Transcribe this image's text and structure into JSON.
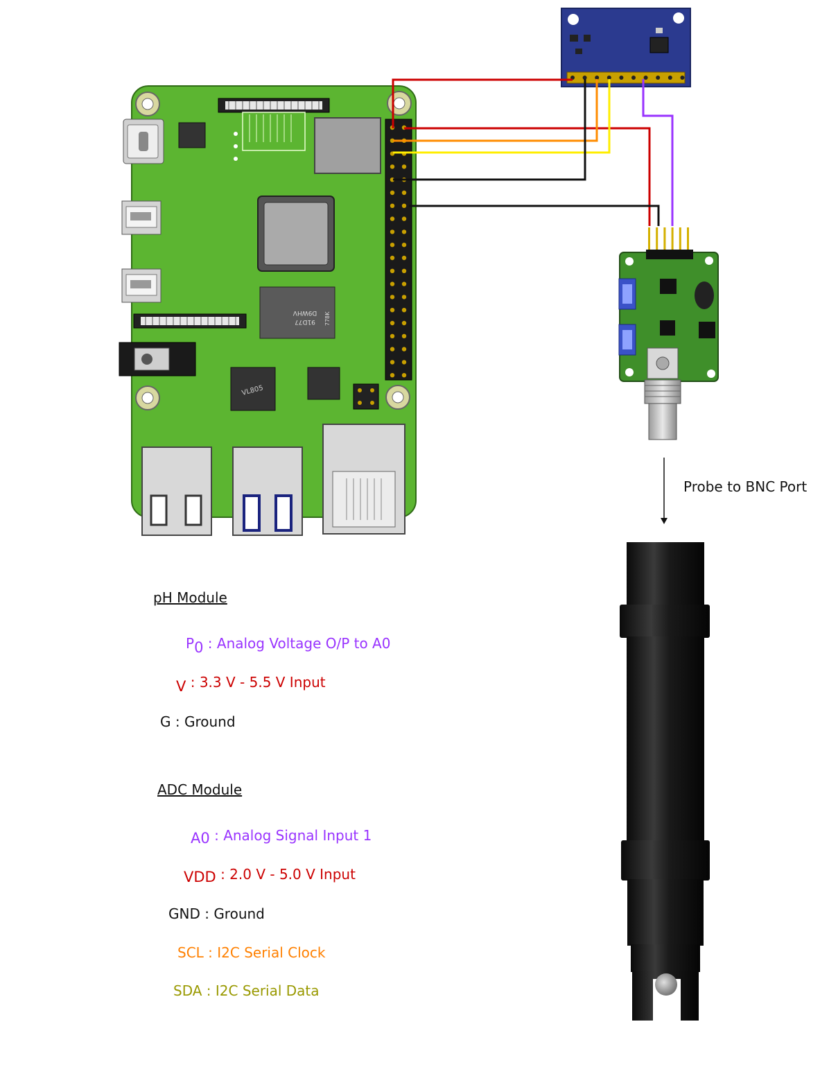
{
  "arrow_label": "Probe to BNC Port",
  "ph_module": {
    "heading": "pH Module",
    "p0": {
      "pin": "P",
      "sub": "0",
      "desc": " : Analog Voltage O/P to A0"
    },
    "v": {
      "pin": "V",
      "desc": " : 3.3 V - 5.5 V Input"
    },
    "g": {
      "text": "G : Ground"
    }
  },
  "adc_module": {
    "heading": "ADC Module",
    "a0": {
      "pin": "A0",
      "desc": " : Analog Signal Input 1"
    },
    "vdd": {
      "pin": "VDD",
      "desc": " : 2.0 V - 5.0 V Input"
    },
    "gnd": {
      "text": "GND : Ground"
    },
    "scl": {
      "text": "SCL : I2C Serial Clock"
    },
    "sda": {
      "text": "SDA : I2C Serial Data"
    }
  },
  "chip_markings": {
    "soc_text": "D9WHV",
    "soc_text2": "91D77",
    "soc_side": "778K",
    "usb_chip": "VL805"
  },
  "colors": {
    "board_green": "#5cb531",
    "adc_blue": "#2b3a8f",
    "ph_green": "#3f8f2a",
    "wire_red": "#cc0000",
    "wire_black": "#111111",
    "wire_orange": "#ff8c00",
    "wire_yellow": "#ffee00",
    "wire_purple": "#9933ff"
  }
}
